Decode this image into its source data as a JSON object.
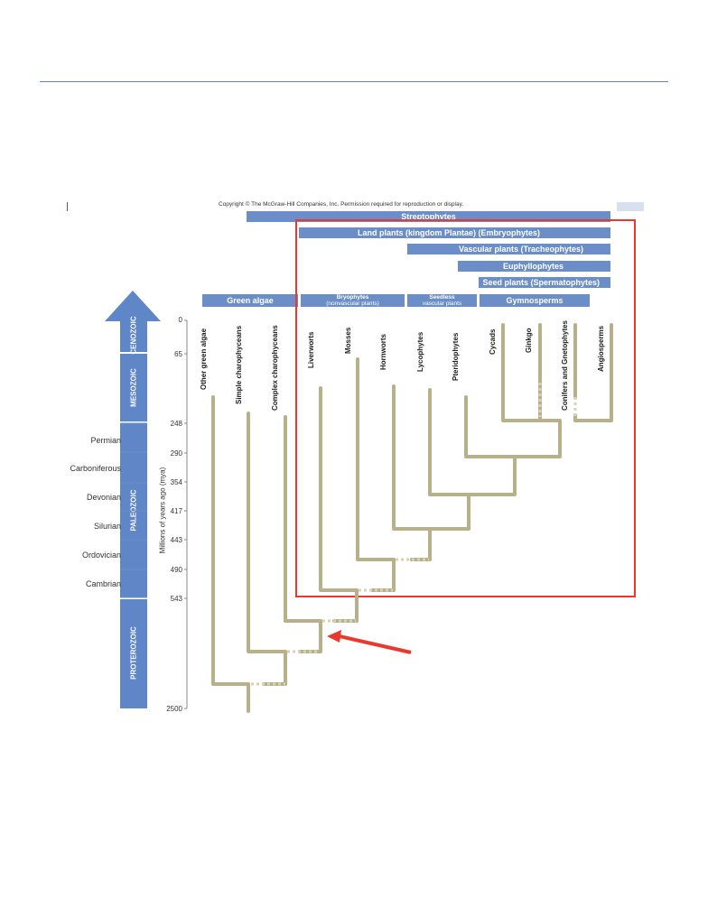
{
  "copyright": "Copyright © The McGraw-Hill Companies, Inc. Permission required for reproduction or display.",
  "clade_bars": {
    "streptophytes": "Streptophytes",
    "land_plants": "Land plants (kingdom Plantae) (Embryophytes)",
    "vascular": "Vascular plants (Tracheophytes)",
    "euphyllophytes": "Euphyllophytes",
    "seed_plants": "Seed plants (Spermatophytes)",
    "green_algae": "Green algae",
    "bryophytes_1": "Bryophytes",
    "bryophytes_2": "(nonvascular plants)",
    "seedless_1": "Seedless",
    "seedless_2": "vascular plants",
    "gymnosperms": "Gymnosperms"
  },
  "eras": [
    "CENOZOIC",
    "MESOZOIC",
    "PALEOZOIC",
    "PROTEROZOIC"
  ],
  "periods": [
    "Permian",
    "Carboniferous",
    "Devonian",
    "Silurian",
    "Ordovician",
    "Cambrian"
  ],
  "axis": {
    "title": "Millions of years ago (mya)",
    "ticks": [
      "0",
      "65",
      "248",
      "290",
      "354",
      "417",
      "443",
      "490",
      "543",
      "2500"
    ]
  },
  "taxa": [
    "Other green algae",
    "Simple charophyceans",
    "Complex charophyceans",
    "Liverworts",
    "Mosses",
    "Hornworts",
    "Lycophytes",
    "Pteridophytes",
    "Cycads",
    "Ginkgo",
    "Conifers and Gnetophytes",
    "Angiosperms"
  ],
  "colors": {
    "bar": "#6b8ec9",
    "branch": "#b7b08a",
    "highlight": "#e8392c"
  }
}
